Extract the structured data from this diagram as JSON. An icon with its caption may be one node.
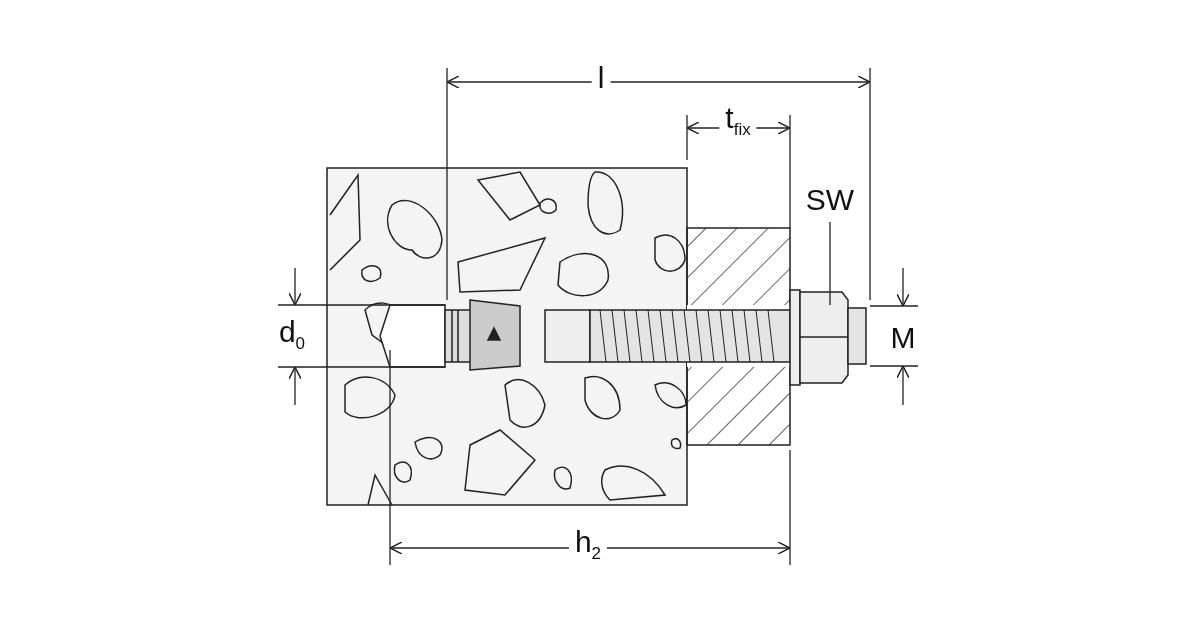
{
  "diagram": {
    "labels": [
      "l",
      "t$_{fix}$",
      "SW",
      "d$_{0}$",
      "M",
      "h$_{2}$"
    ]
  }
}
